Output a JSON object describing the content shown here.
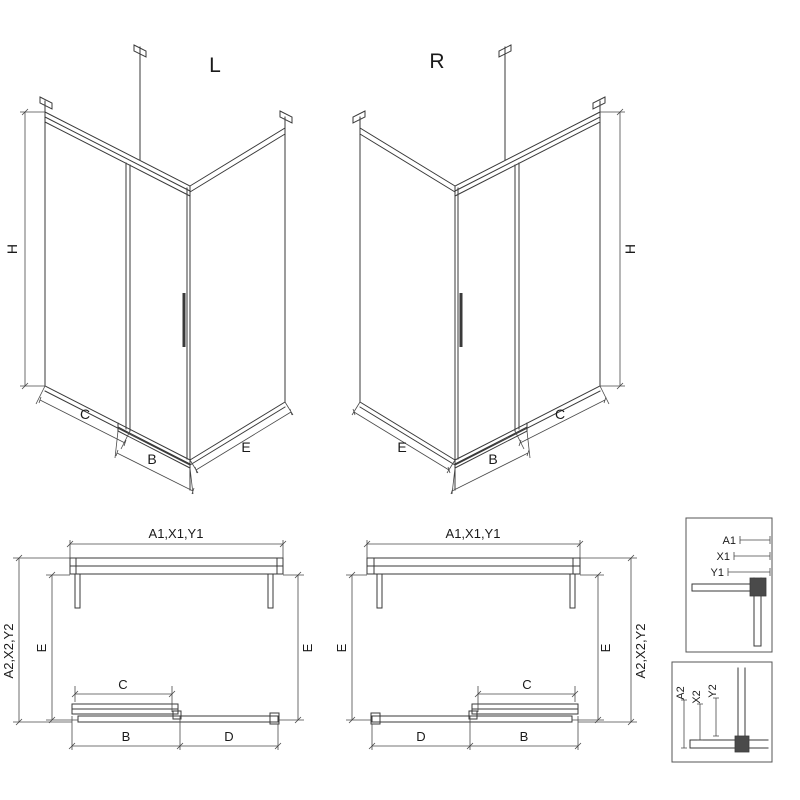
{
  "views": {
    "iso_left": {
      "label": "L",
      "dims": {
        "h": "H",
        "c": "C",
        "b": "B",
        "e": "E"
      }
    },
    "iso_right": {
      "label": "R",
      "dims": {
        "h": "H",
        "c": "C",
        "b": "B",
        "e": "E"
      }
    },
    "plan_left": {
      "dims": {
        "top": "A1,X1,Y1",
        "outer": "A2,X2,Y2",
        "e_left": "E",
        "e_right": "E",
        "c": "C",
        "b": "B",
        "d": "D"
      }
    },
    "plan_right": {
      "dims": {
        "top": "A1,X1,Y1",
        "outer": "A2,X2,Y2",
        "e_left": "E",
        "e_right": "E",
        "c": "C",
        "b": "B",
        "d": "D"
      }
    },
    "detail_top": {
      "dims": {
        "a1": "A1",
        "x1": "X1",
        "y1": "Y1"
      }
    },
    "detail_bottom": {
      "dims": {
        "a2": "A2",
        "x2": "X2",
        "y2": "Y2"
      }
    }
  },
  "colors": {
    "line": "#3a3a3a",
    "text": "#1a1a1a",
    "background": "#ffffff"
  }
}
